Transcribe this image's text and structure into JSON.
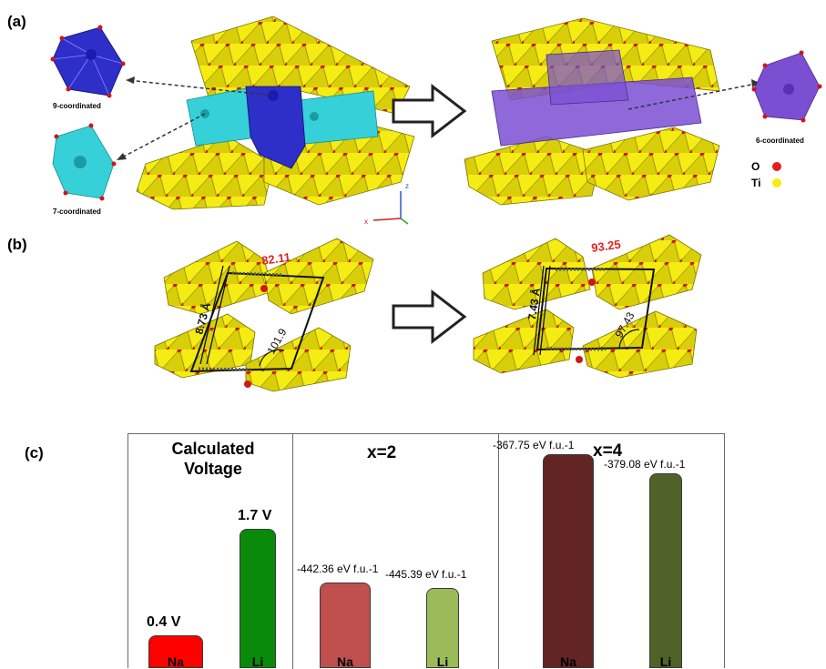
{
  "panels": {
    "a": "(a)",
    "b": "(b)",
    "c": "(c)"
  },
  "panel_a": {
    "label_9": "9-coordinated",
    "label_7": "7-coordinated",
    "label_6": "6-coordinated",
    "axis_z": "z",
    "axis_x": "x",
    "legend": [
      {
        "label": "O",
        "color": "#e21e1e"
      },
      {
        "label": "Ti",
        "color": "#f5ec14"
      }
    ]
  },
  "panel_b": {
    "left": {
      "distance": "8.73 Å",
      "angle_red": "82.11",
      "angle_black": "101.9"
    },
    "right": {
      "distance": "7.43 Å",
      "angle_red": "93.25",
      "angle_black": "97.43"
    }
  },
  "colors": {
    "titania": "#f5ec14",
    "cyan_polyhedra": "#36d0d8",
    "blue_polyhedra": "#2e2ec8",
    "purple_polyhedra": "#7b4fd2",
    "oxygen": "#e21e1e"
  },
  "chart_data": [
    {
      "type": "bar",
      "title": "Calculated Voltage",
      "categories": [
        "Na",
        "Li"
      ],
      "values": [
        0.4,
        1.7
      ],
      "data_labels": [
        "0.4 V",
        "1.7 V"
      ],
      "colors": [
        "#ff0000",
        "#0a8a0a"
      ],
      "ylim": [
        0,
        2.2
      ]
    },
    {
      "type": "bar",
      "title": "x=2",
      "categories": [
        "Na",
        "Li"
      ],
      "values": [
        -442.36,
        -445.39
      ],
      "data_labels": [
        "-442.36 eV f.u.-1",
        "-445.39 eV f.u.-1"
      ],
      "colors": [
        "#c0504d",
        "#9bbb59"
      ]
    },
    {
      "type": "bar",
      "title": "x=4",
      "categories": [
        "Na",
        "Li"
      ],
      "values": [
        -367.75,
        -379.08
      ],
      "data_labels": [
        "-367.75 eV f.u.-1",
        "-379.08 eV f.u.-1"
      ],
      "colors": [
        "#632523",
        "#4f6228"
      ]
    }
  ]
}
